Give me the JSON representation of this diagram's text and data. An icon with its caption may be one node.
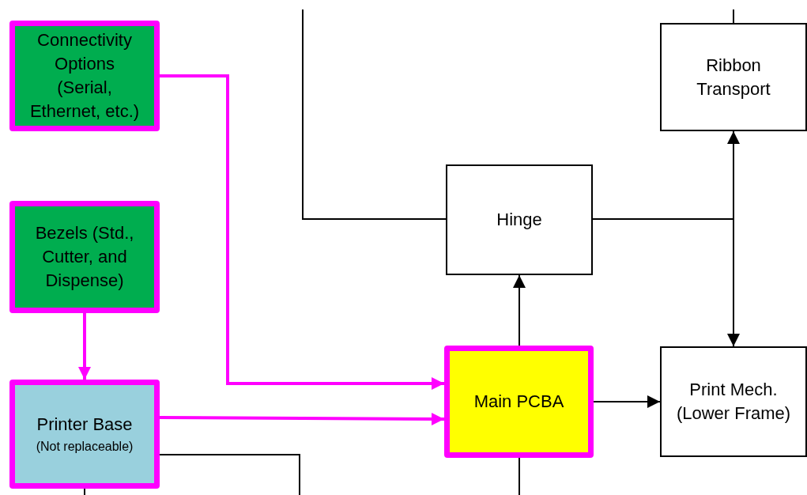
{
  "diagram": {
    "nodes": [
      {
        "text": [
          "Connectivity Options (Serial, Ethernet, etc.)"
        ]
      },
      {
        "text": [
          "Bezels (Std., Cutter, and Dispense)"
        ]
      },
      {
        "text": [
          "Printer Base",
          "(Not replaceable)"
        ]
      },
      {
        "text": [
          "Hinge"
        ]
      },
      {
        "text": [
          "Ribbon Transport"
        ]
      },
      {
        "text": [
          "Main PCBA"
        ]
      },
      {
        "text": [
          "Print Mech. (Lower Frame)"
        ]
      }
    ],
    "edges": [
      {
        "from": 0,
        "to": 5,
        "arrow": "to",
        "style": "thick",
        "color": "#ff00ff"
      },
      {
        "from": 1,
        "to": 2,
        "arrow": "to",
        "style": "thick",
        "color": "#ff00ff"
      },
      {
        "from": 2,
        "to": 5,
        "arrow": "to",
        "style": "thick",
        "color": "#ff00ff"
      },
      {
        "from": 5,
        "to": 3,
        "arrow": "to"
      },
      {
        "from": 5,
        "to": 6,
        "arrow": "to"
      },
      {
        "from": 3,
        "to": 4,
        "arrow": "to"
      },
      {
        "from": 3,
        "to": 6,
        "arrow": "to"
      },
      {
        "from": null,
        "to": 3,
        "arrow": "none"
      },
      {
        "from": null,
        "to": 4,
        "arrow": "none"
      },
      {
        "from": 2,
        "to": null,
        "arrow": "none"
      },
      {
        "from": 2,
        "to": null,
        "arrow": "none"
      },
      {
        "from": 5,
        "to": null,
        "arrow": "none"
      }
    ]
  }
}
